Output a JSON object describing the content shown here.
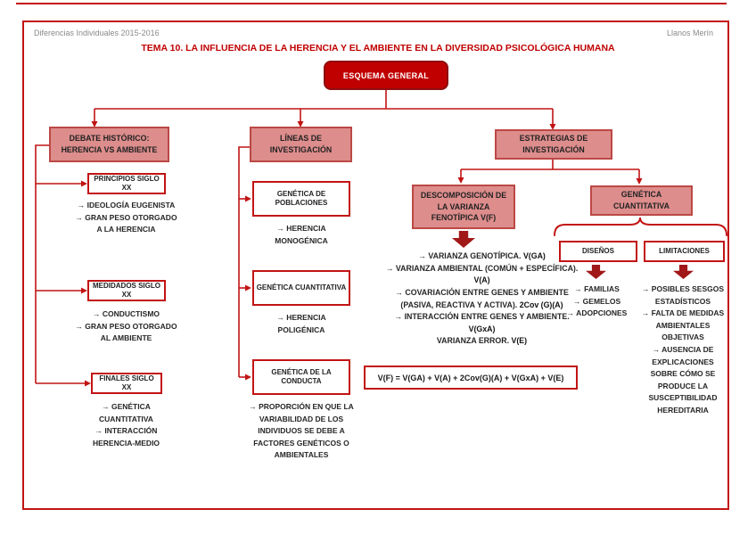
{
  "page": {
    "header_left": "Diferencias Individuales 2015-2016",
    "header_right": "Llanos Merín",
    "title": "TEMA 10. LA INFLUENCIA DE LA HERENCIA Y EL AMBIENTE EN LA DIVERSIDAD PSICOLÓGICA HUMANA",
    "root_node": "ESQUEMA GENERAL"
  },
  "colors": {
    "accent_red": "#c00000",
    "connector_red": "#c21414",
    "pink_fill": "#dd8d8c",
    "pink_border": "#bc4845",
    "block_arrow": "#a01818",
    "header_gray": "#8a8a8a"
  },
  "branches": {
    "debate": {
      "header": "DEBATE HISTÓRICO: HERENCIA VS AMBIENTE",
      "sections": [
        {
          "label": "PRINCIPIOS SIGLO XX",
          "items": [
            "→ IDEOLOGÍA EUGENISTA",
            "→ GRAN PESO OTORGADO A LA HERENCIA"
          ]
        },
        {
          "label": "MEDIDADOS SIGLO XX",
          "items": [
            "→ CONDUCTISMO",
            "→ GRAN PESO OTORGADO AL AMBIENTE"
          ]
        },
        {
          "label": "FINALES SIGLO XX",
          "items": [
            "→ GENÉTICA CUANTITATIVA",
            "→ INTERACCIÓN HERENCIA-MEDIO"
          ]
        }
      ]
    },
    "lineas": {
      "header": "LÍNEAS DE INVESTIGACIÓN",
      "sections": [
        {
          "label": "GENÉTICA DE POBLACIONES",
          "items": [
            "→ HERENCIA MONOGÉNICA"
          ]
        },
        {
          "label": "GENÉTICA CUANTITATIVA",
          "items": [
            "→ HERENCIA POLIGÉNICA"
          ]
        },
        {
          "label": "GENÉTICA DE LA CONDUCTA",
          "items": [
            "→ PROPORCIÓN EN QUE LA VARIABILIDAD DE LOS INDIVIDUOS SE DEBE A FACTORES GENÉTICOS O AMBIENTALES"
          ]
        }
      ]
    },
    "estrategias": {
      "header": "ESTRATEGIAS DE INVESTIGACIÓN",
      "descomposicion": {
        "label": "DESCOMPOSICIÓN DE LA VARIANZA FENOTÍPICA V(F)",
        "items": [
          "→ VARIANZA GENOTÍPICA. **V(GA)**",
          "→ VARIANZA AMBIENTAL (COMÚN + ESPECÍFICA). **V(A)**",
          "→ COVARIACIÓN ENTRE GENES Y AMBIENTE (PASIVA, REACTIVA Y ACTIVA). **2Cov (G)(A)**",
          "→ INTERACCIÓN ENTRE GENES Y AMBIENTE. **V(GxA)**",
          "VARIANZA ERROR. **V(E)**"
        ],
        "formula": "V(F) = V(GA) + V(A) + 2Cov(G)(A) + V(GxA) + V(E)"
      },
      "genetica_cuantitativa": {
        "label": "GENÉTICA CUANTITATIVA",
        "disenos": {
          "label": "DISEÑOS",
          "items": [
            "→ FAMILIAS",
            "→ GEMELOS",
            "→ ADOPCIONES"
          ]
        },
        "limitaciones": {
          "label": "LIMITACIONES",
          "items": [
            "→ POSIBLES SESGOS ESTADÍSTICOS",
            "→ FALTA DE MEDIDAS AMBIENTALES OBJETIVAS",
            "→ AUSENCIA DE EXPLICACIONES SOBRE CÓMO SE PRODUCE LA SUSCEPTIBILIDAD HEREDITARIA"
          ]
        }
      }
    }
  }
}
